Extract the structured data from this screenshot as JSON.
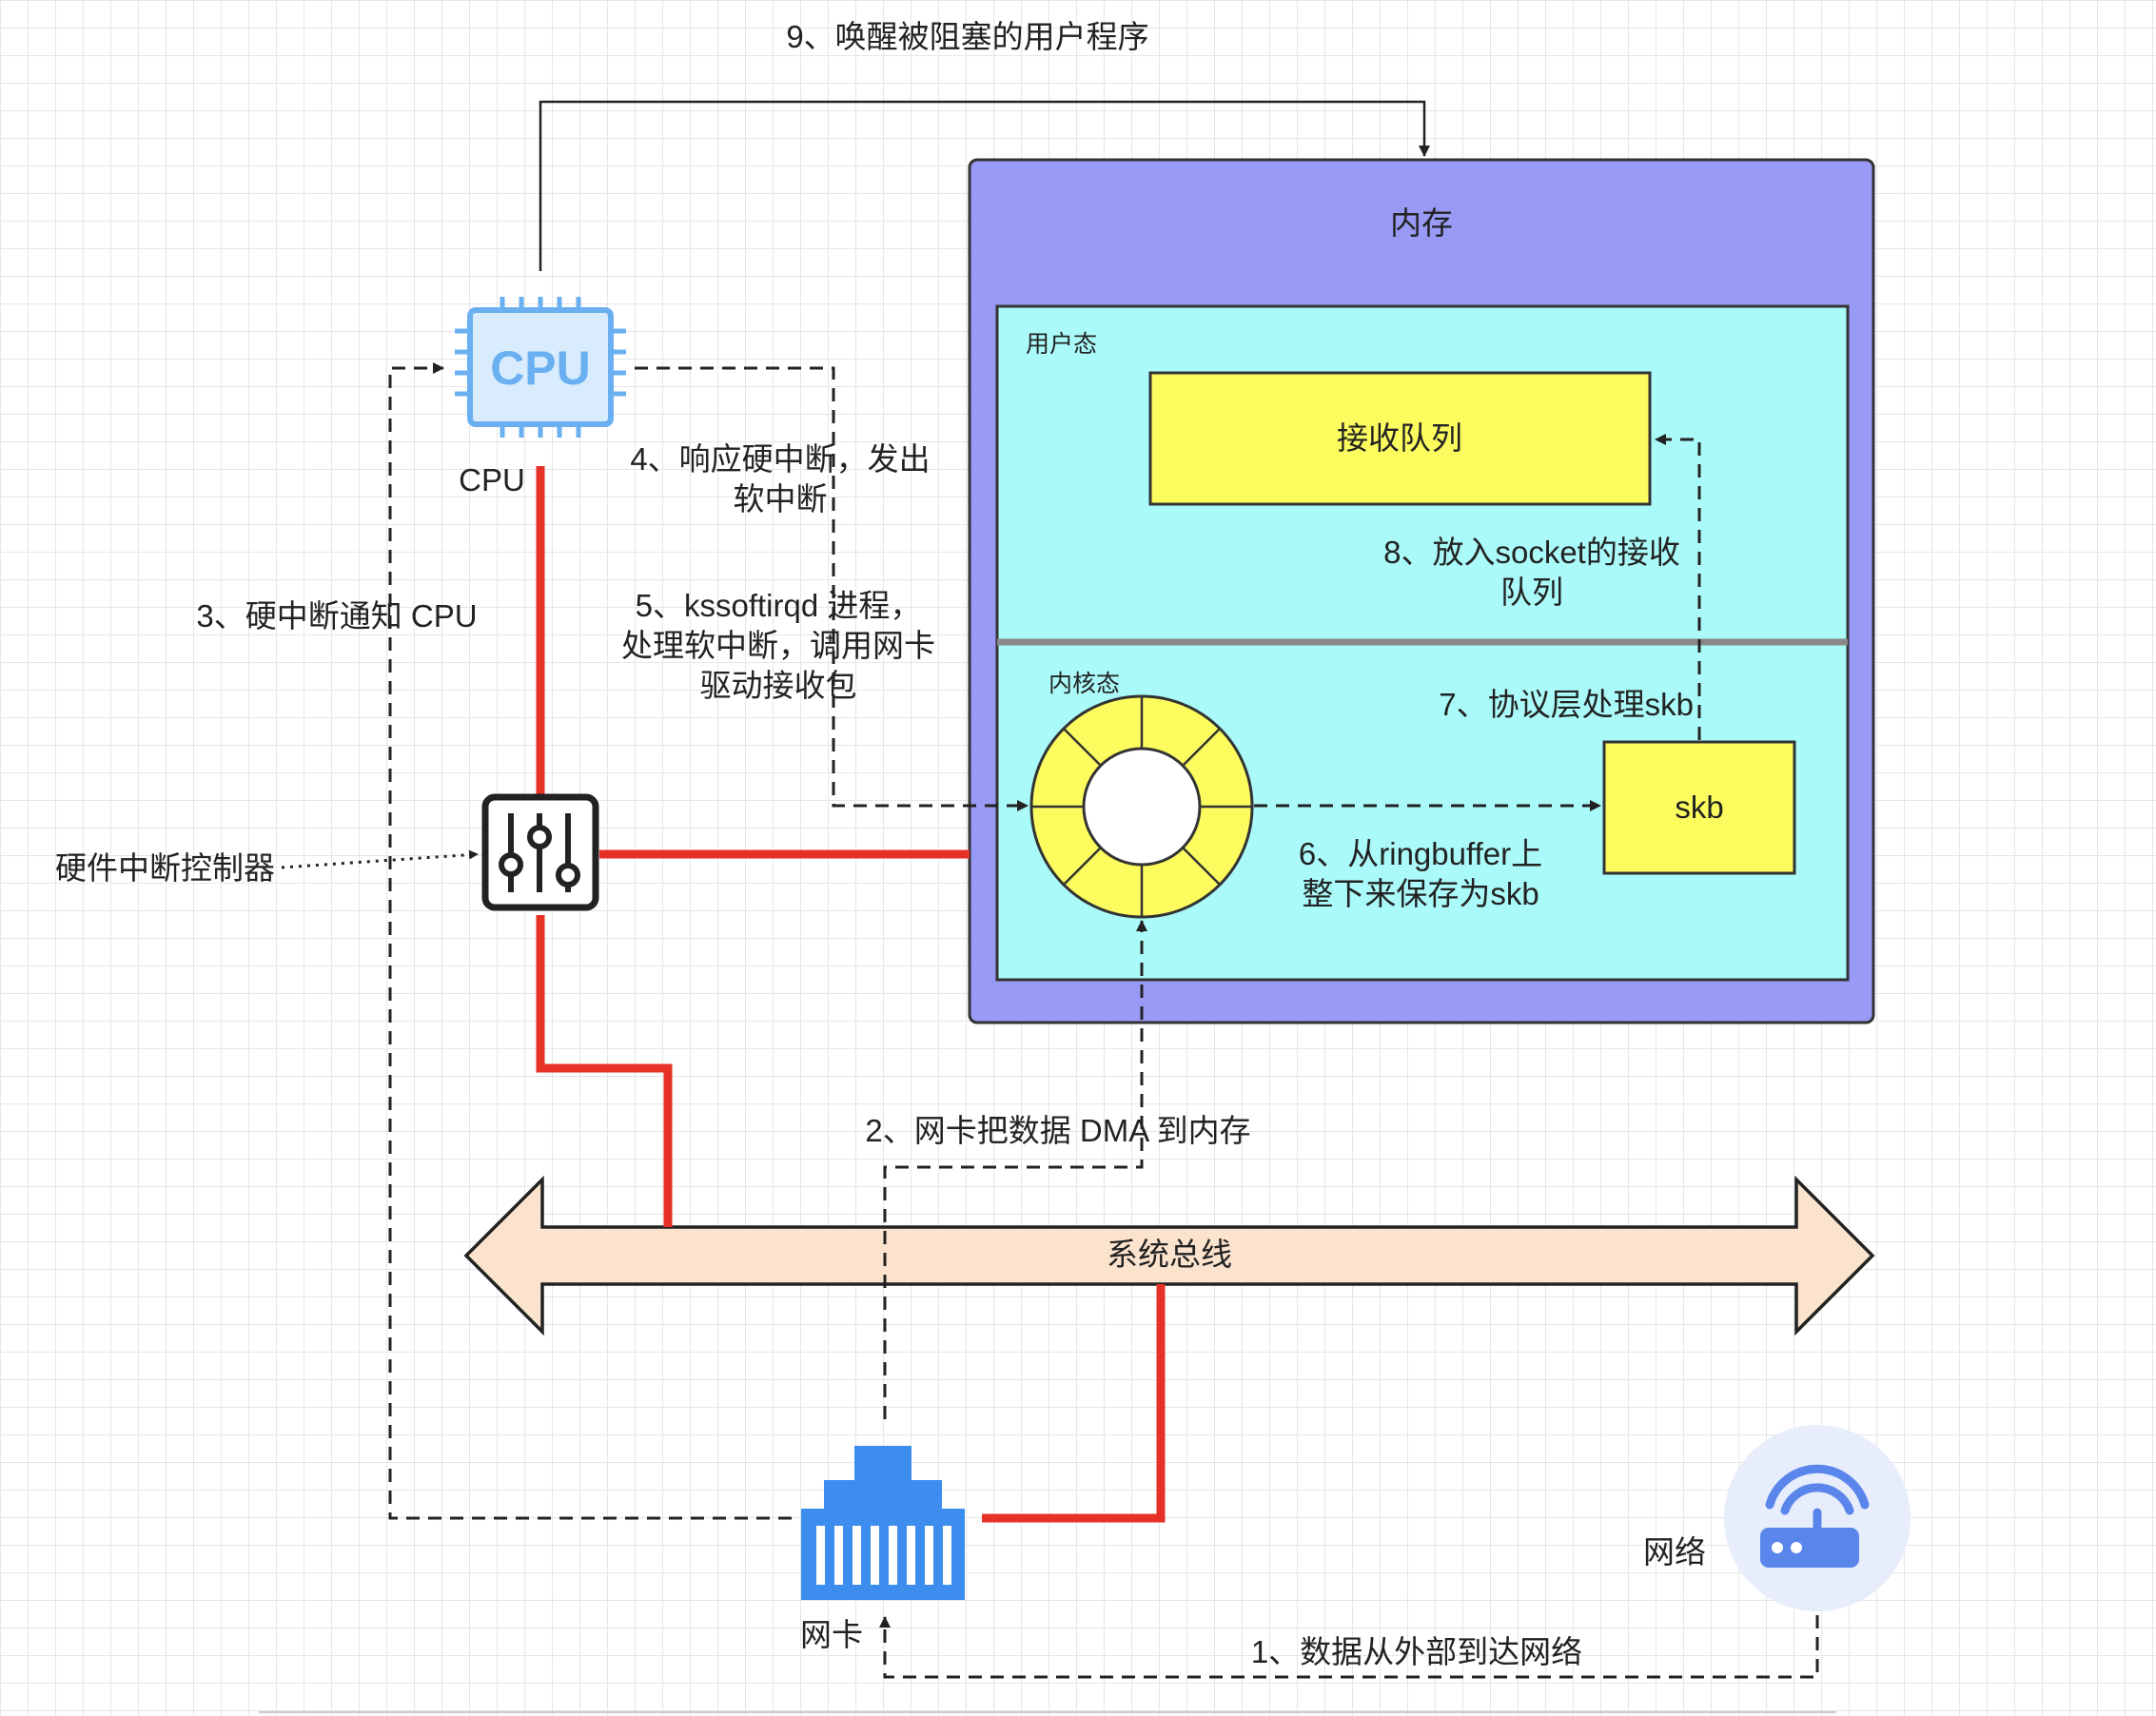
{
  "labels": {
    "step1": "1、数据从外部到达网络",
    "step2": "2、网卡把数据 DMA 到内存",
    "step3": "3、硬中断通知 CPU",
    "step4_line1": "4、响应硬中断，发出",
    "step4_line2": "软中断",
    "step5_line1": "5、kssoftirqd 进程，",
    "step5_line2": "处理软中断，调用网卡",
    "step5_line3": "驱动接收包",
    "step6_line1": "6、从ringbuffer上",
    "step6_line2": "整下来保存为skb",
    "step7": "7、协议层处理skb",
    "step8_line1": "8、放入socket的接收",
    "step8_line2": "队列",
    "step9": "9、唤醒被阻塞的用户程序"
  },
  "components": {
    "memory": "内存",
    "user_space": "用户态",
    "kernel_space": "内核态",
    "recv_queue": "接收队列",
    "skb": "skb",
    "cpu_chip_text": "CPU",
    "cpu_label": "CPU",
    "interrupt_controller": "硬件中断控制器",
    "system_bus": "系统总线",
    "nic": "网卡",
    "network": "网络"
  },
  "colors": {
    "memory_fill": "#9999f6",
    "space_fill": "#aafaf9",
    "yellow_box": "#fcfc5f",
    "red_line": "#e63127",
    "bus_fill": "#fbe3cd",
    "cpu_blue": "#6ab0f0",
    "nic_blue": "#3d8def",
    "router_bg": "#e8edfb",
    "router_blue": "#5a86ec"
  },
  "icons": {
    "cpu": "cpu-chip-icon",
    "controller": "mixer-sliders-icon",
    "nic": "ethernet-port-icon",
    "router": "wifi-router-icon",
    "ringbuffer": "ring-buffer-icon"
  }
}
